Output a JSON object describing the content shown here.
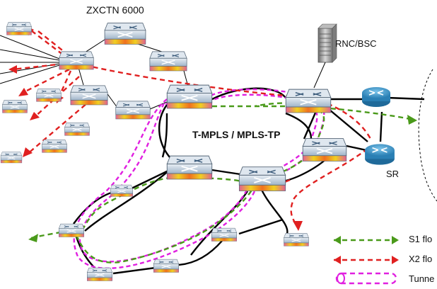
{
  "title": "ZXCTN 6000",
  "core_label": "T-MPLS / MPLS-TP",
  "rnc_label": "RNC/BSC",
  "sr_label": "SR",
  "legend": {
    "s1": "S1 flo",
    "x2": "X2 flo",
    "tunnel": "Tunne"
  },
  "colors": {
    "s1_flow": "#4a9a1a",
    "x2_flow": "#e02020",
    "tunnel": "#e020e0",
    "router_blue": "#2e8fc4",
    "switch_gray": "#d0d8e0"
  },
  "icons": {
    "switch": "atm-switch-icon",
    "router": "router-icon",
    "server": "server-icon"
  }
}
